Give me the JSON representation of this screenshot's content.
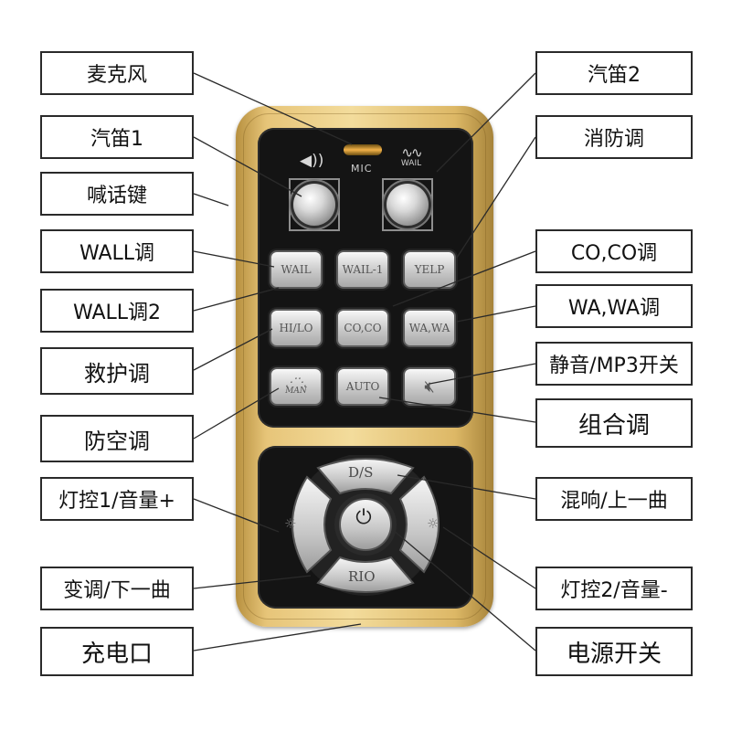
{
  "labels": {
    "mic": "麦克风",
    "siren1": "汽笛1",
    "talk_key": "喊话键",
    "wall_tone": "WALL调",
    "wall_tone2": "WALL调2",
    "ambulance_tone": "救护调",
    "air_raid_tone": "防空调",
    "light1_vol_up": "灯控1/音量+",
    "tone_next": "变调/下一曲",
    "charge_port": "充电口",
    "siren2": "汽笛2",
    "fire_tone": "消防调",
    "co_tone": "CO,CO调",
    "wa_tone": "WA,WA调",
    "mute_mp3": "静音/MP3开关",
    "combo_tone": "组合调",
    "echo_prev": "混响/上一曲",
    "light2_vol_down": "灯控2/音量-",
    "power_switch": "电源开关"
  },
  "device": {
    "mic_text": "MIC",
    "wail_text": "WAIL",
    "speaker_icon": "speaker-horn-icon",
    "buttons": {
      "wail": "WAIL",
      "wail1": "WAIL-1",
      "yelp": "YELP",
      "hilo": "HI/LO",
      "coco": "CO,CO",
      "wawa": "WA,WA",
      "man": "MAN",
      "auto": "AUTO",
      "mute_icon": "muted-speaker-icon"
    },
    "dpad": {
      "up": "D/S",
      "down": "RIO",
      "left_icon": "sun-icon",
      "right_icon": "sun-icon",
      "center_icon": "power-icon"
    }
  },
  "colors": {
    "shell_gold": "#e7c579",
    "panel_black": "#141414",
    "button_silver": "#d0d0d0",
    "label_border": "#2a2a2a"
  }
}
